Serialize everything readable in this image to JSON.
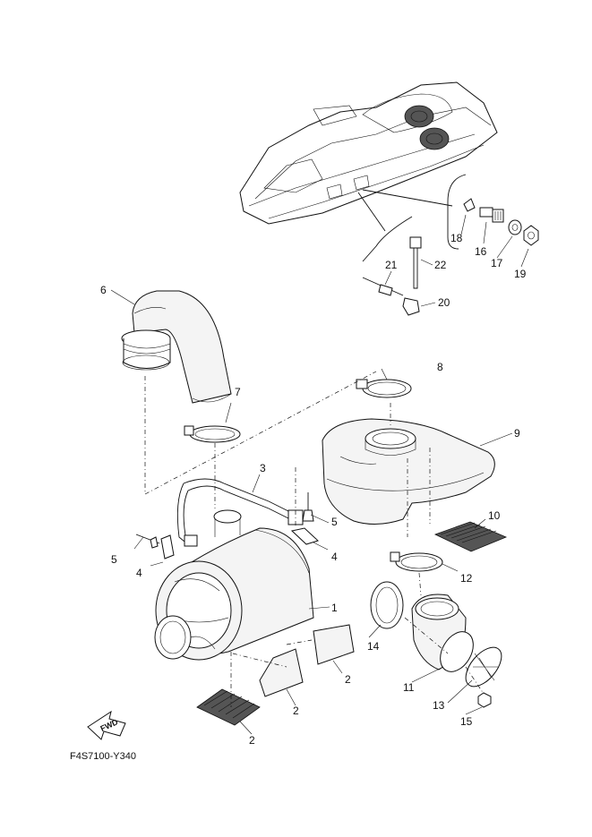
{
  "diagram": {
    "code": "F4S7100-Y340",
    "fwd_label": "FWD",
    "callouts": [
      "1",
      "2",
      "2",
      "2",
      "3",
      "4",
      "4",
      "5",
      "5",
      "6",
      "7",
      "8",
      "9",
      "10",
      "11",
      "12",
      "13",
      "14",
      "15",
      "16",
      "17",
      "18",
      "19",
      "20",
      "21",
      "22"
    ]
  }
}
